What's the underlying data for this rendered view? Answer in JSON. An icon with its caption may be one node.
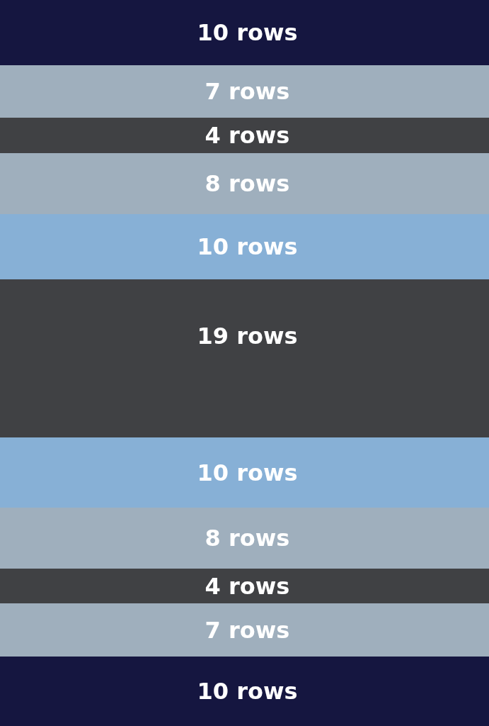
{
  "diagram": {
    "nodes": [
      {
        "text": [
          "10 rows"
        ]
      },
      {
        "text": [
          "7 rows"
        ]
      },
      {
        "text": [
          "4 rows"
        ]
      },
      {
        "text": [
          "8 rows"
        ]
      },
      {
        "text": [
          "10 rows"
        ]
      },
      {
        "text": [
          "19 rows"
        ]
      },
      {
        "text": [
          "10 rows"
        ]
      },
      {
        "text": [
          "8 rows"
        ]
      },
      {
        "text": [
          "4 rows"
        ]
      },
      {
        "text": [
          "7 rows"
        ]
      },
      {
        "text": [
          "10 rows"
        ]
      }
    ]
  }
}
